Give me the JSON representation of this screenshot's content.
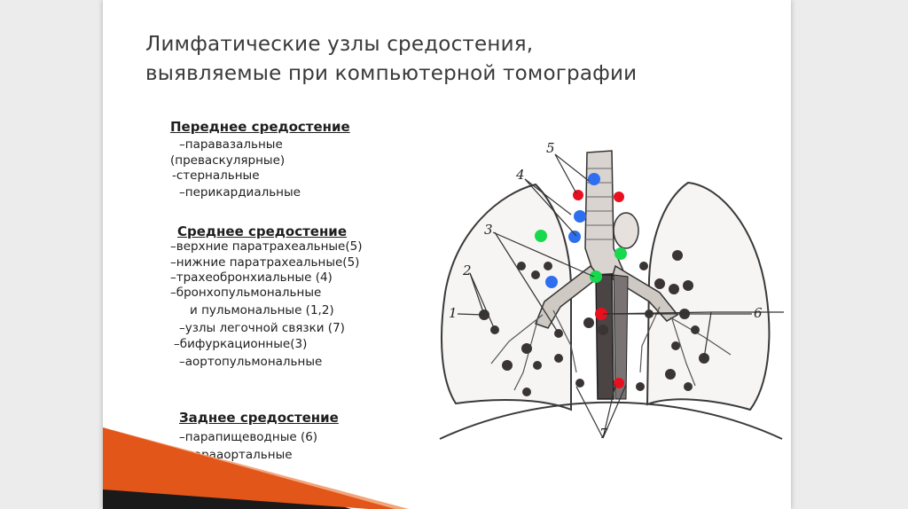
{
  "title": {
    "line1": "Лимфатические узлы средостения,",
    "line2": "выявляемые при компьютерной томографии"
  },
  "anterior": {
    "heading": "Переднее средостение",
    "items": [
      "–паравазальные",
      "(преваскулярные)",
      "-стернальные",
      "–перикардиальные"
    ]
  },
  "middle": {
    "heading": "Среднее средостение",
    "items": [
      "–верхние паратрахеальные(5)",
      "–нижние паратрахеальные(5)",
      "–трахеобронхиальные (4)",
      "–бронхопульмональные",
      "и пульмональные (1,2)",
      "–узлы легочной связки (7)",
      "–бифуркационные(3)",
      "–аортопульмональные"
    ]
  },
  "posterior": {
    "heading": "Заднее средостение",
    "items": [
      "–парапищеводные (6)",
      "парааортальные"
    ]
  },
  "diagram": {
    "labels": [
      "1",
      "2",
      "3",
      "4",
      "5",
      "6",
      "7"
    ],
    "colors": {
      "node_blue": "#2e6ff0",
      "node_red": "#e8101e",
      "node_green": "#18d84e",
      "node_dark": "#3a3434",
      "line": "#333333"
    }
  },
  "decor": {
    "accent_orange": "#e2561a",
    "accent_dark": "#1a1a1a"
  }
}
